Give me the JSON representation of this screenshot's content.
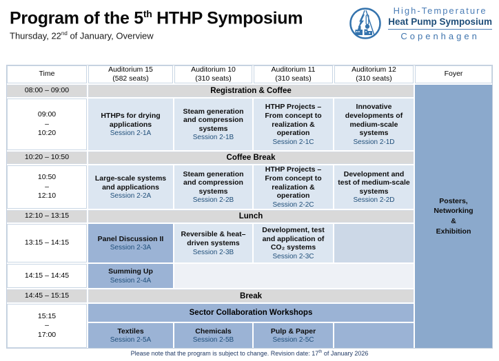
{
  "header": {
    "title": {
      "pre": "Program of the 5",
      "sup": "th",
      "post": " HTHP Symposium"
    },
    "subtitle": {
      "pre": "Thursday, 22",
      "sup": "nd",
      "post": " of January, Overview"
    }
  },
  "logo": {
    "line1": "High-Temperature",
    "line2": "Heat Pump Symposium",
    "line3": "Copenhagen"
  },
  "columns": [
    {
      "name": "Time",
      "seats": ""
    },
    {
      "name": "Auditorium 15",
      "seats": "(582 seats)"
    },
    {
      "name": "Auditorium 10",
      "seats": "(310 seats)"
    },
    {
      "name": "Auditorium 11",
      "seats": "(310 seats)"
    },
    {
      "name": "Auditorium 12",
      "seats": "(310 seats)"
    },
    {
      "name": "Foyer",
      "seats": ""
    }
  ],
  "schedule": {
    "registration": {
      "time": "08:00 – 09:00",
      "label": "Registration & Coffee"
    },
    "morning1": {
      "time": [
        "09:00",
        "–",
        "10:20"
      ],
      "sessions": [
        {
          "title": "HTHPs for drying applications",
          "code": "Session 2-1A"
        },
        {
          "title": "Steam generation and compression systems",
          "code": "Session 2-1B"
        },
        {
          "title": "HTHP Projects – From concept to realization & operation",
          "code": "Session 2-1C"
        },
        {
          "title": "Innovative developments of medium-scale systems",
          "code": "Session 2-1D"
        }
      ]
    },
    "coffee_break": {
      "time": "10:20 – 10:50",
      "label": "Coffee Break"
    },
    "morning2": {
      "time": [
        "10:50",
        "–",
        "12:10"
      ],
      "sessions": [
        {
          "title": "Large-scale systems and applications",
          "code": "Session 2-2A"
        },
        {
          "title": "Steam generation and compression systems",
          "code": "Session 2-2B"
        },
        {
          "title": "HTHP Projects – From concept to realization & operation",
          "code": "Session 2-2C"
        },
        {
          "title": "Development and test of medium-scale systems",
          "code": "Session 2-2D"
        }
      ]
    },
    "lunch": {
      "time": "12:10 – 13:15",
      "label": "Lunch"
    },
    "afternoon1": {
      "time": "13:15 – 14:15",
      "sessions": [
        {
          "title": "Panel Discussion II",
          "code": "Session 2-3A"
        },
        {
          "title": "Reversible & heat–driven systems",
          "code": "Session 2-3B"
        },
        {
          "title": "Development, test and application of CO₂ systems",
          "code": "Session 2-3C"
        }
      ]
    },
    "afternoon2": {
      "time": "14:15 – 14:45",
      "session": {
        "title": "Summing Up",
        "code": "Session 2-4A"
      }
    },
    "break2": {
      "time": "14:45 – 15:15",
      "label": "Break"
    },
    "workshops": {
      "time": [
        "15:15",
        "–",
        "17:00"
      ],
      "header": "Sector Collaboration Workshops",
      "sessions": [
        {
          "title": "Textiles",
          "code": "Session 2-5A"
        },
        {
          "title": "Chemicals",
          "code": "Session 2-5B"
        },
        {
          "title": "Pulp & Paper",
          "code": "Session 2-5C"
        }
      ]
    },
    "foyer": {
      "lines": [
        "Posters,",
        "Networking",
        "&",
        "Exhibition"
      ]
    }
  },
  "footer": {
    "pre": "Please note that the program is subject to change. Revision date: 17",
    "sup": "th",
    "post": " of January 2026"
  },
  "colors": {
    "light_blue": "#dce6f1",
    "medium_blue": "#9bb3d5",
    "foyer_blue": "#8ba9cc",
    "band_gray": "#d9d9d9",
    "navy": "#1f4e79"
  }
}
